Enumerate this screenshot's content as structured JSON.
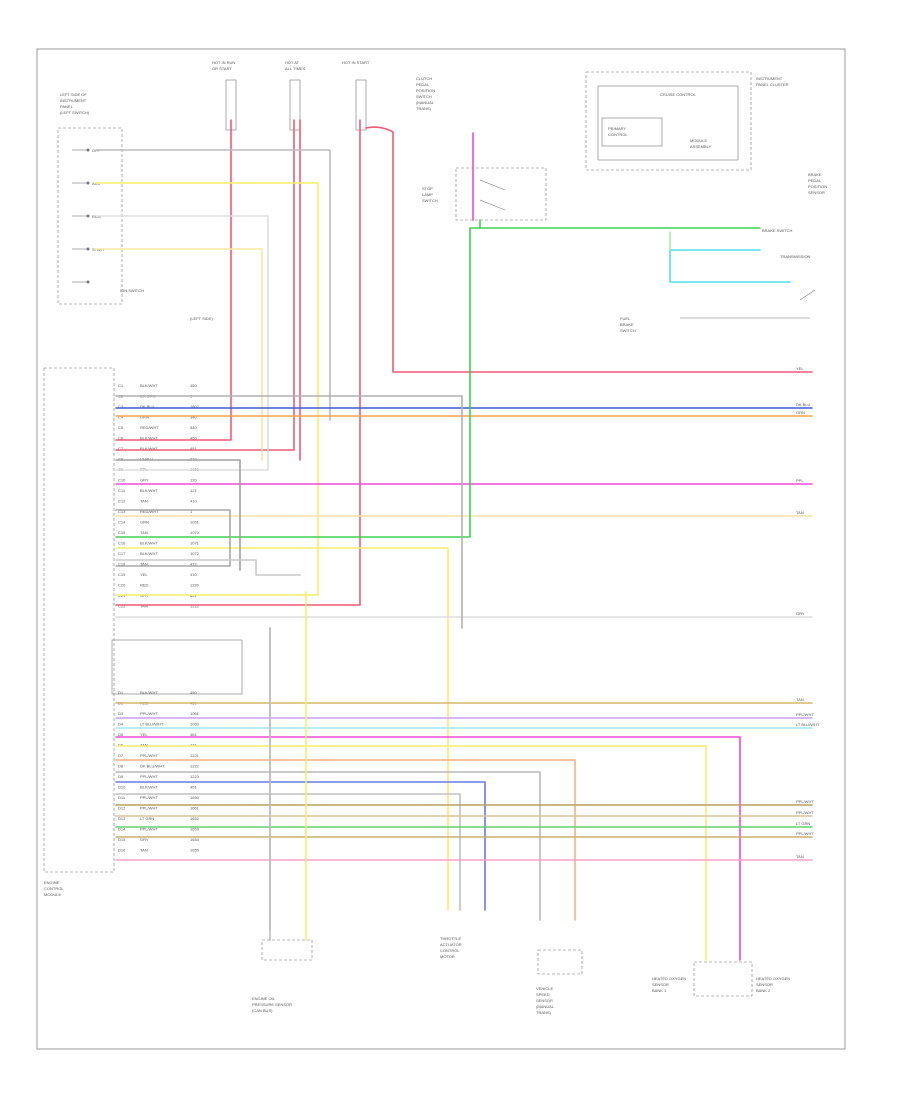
{
  "page_id": "",
  "blocks": {
    "left_switch": [
      "LEFT SIDE OF",
      "INSTRUMENT",
      "PANEL",
      "(LEFT SWITCH)"
    ],
    "left_switch_contacts": [
      "OFF",
      "ACC",
      "RUN",
      "START"
    ],
    "left_switch_bottom": [
      "IGN SWITCH",
      "(LEFT SIDE)"
    ],
    "left_footer": [
      "ENGINE",
      "CONTROL",
      "MODULE"
    ],
    "fuse_1": [
      "HOT IN RUN",
      "OR START"
    ],
    "fuse_2": [
      "HOT AT",
      "ALL TIMES"
    ],
    "fuse_3": [
      "HOT IN START"
    ],
    "center_stack": [
      "CLUTCH",
      "PEDAL",
      "POSITION",
      "SWITCH",
      "(MANUAL",
      "TRANS)"
    ],
    "center_stack_2": [
      "STOP",
      "LAMP",
      "SWITCH"
    ],
    "relay_box": [
      "PRIMARY",
      "CONTROL",
      "MODULE",
      "ASSEMBLY"
    ],
    "relay_box_title": "CRUISE CONTROL",
    "relay_box_caption": [
      "INSTRUMENT",
      "PANEL CLUSTER"
    ],
    "right_top": [
      "BRAKE",
      "PEDAL",
      "POSITION",
      "SENSOR"
    ],
    "right_bottom": [
      "FUEL",
      "BRAKE",
      "SWITCH"
    ],
    "brake_switch_label": "BRAKE SWITCH",
    "trans_label": "TRANSMISSION",
    "bottom_labels": [
      [
        "ENGINE OIL",
        "PRESSURE SENSOR",
        "(CAN BUS)"
      ],
      [
        "THROTTLE",
        "ACTUATOR",
        "CONTROL",
        "MOTOR"
      ],
      [
        "VEHICLE",
        "SPEED",
        "SENSOR",
        "(MANUAL",
        "TRANS)"
      ],
      [
        "HEATED OXYGEN",
        "SENSOR",
        "BANK 1"
      ],
      [
        "HEATED OXYGEN",
        "SENSOR",
        "BANK 2"
      ]
    ],
    "pin_rows_top": [
      [
        "C1",
        "BLK/WHT",
        "450"
      ],
      [
        "C2",
        "DK GRN",
        "1"
      ],
      [
        "C3",
        "DK BLU",
        "1807"
      ],
      [
        "C4",
        "ORN",
        "340"
      ],
      [
        "C5",
        "RED/WHT",
        "540"
      ],
      [
        "C6",
        "BLK/WHT",
        "450"
      ],
      [
        "C7",
        "BLK/WHT",
        "451"
      ],
      [
        "C8",
        "LT BLU",
        "410"
      ],
      [
        "C9",
        "PPL",
        "1053"
      ],
      [
        "C10",
        "GRY",
        "120"
      ],
      [
        "C11",
        "BLK/WHT",
        "121"
      ],
      [
        "C12",
        "TAN",
        "410"
      ],
      [
        "C13",
        "RED/WHT",
        "1"
      ],
      [
        "C14",
        "GRN",
        "1051"
      ],
      [
        "C15",
        "TAN",
        "1070"
      ],
      [
        "C16",
        "BLK/WHT",
        "1071"
      ],
      [
        "C17",
        "BLK/WHT",
        "1072"
      ],
      [
        "C18",
        "TAN",
        "472"
      ],
      [
        "C19",
        "YEL",
        "410"
      ],
      [
        "C20",
        "RED",
        "1220"
      ],
      [
        "C21",
        "GRY",
        "821"
      ],
      [
        "C22",
        "TAN",
        "1222"
      ]
    ],
    "pin_rows_bottom": [
      [
        "D1",
        "BLK/WHT",
        "450"
      ],
      [
        "D2",
        "RED",
        "451"
      ],
      [
        "D3",
        "PPL/WHT",
        "1061"
      ],
      [
        "D4",
        "LT BLU/WHT",
        "1063"
      ],
      [
        "D5",
        "YEL",
        "461"
      ],
      [
        "D6",
        "TAN",
        "471"
      ],
      [
        "D7",
        "PPL/WHT",
        "1221"
      ],
      [
        "D8",
        "DK BLU/WHT",
        "1222"
      ],
      [
        "D9",
        "PPL/WHT",
        "1223"
      ],
      [
        "D10",
        "BLK/WHT",
        "451"
      ],
      [
        "D11",
        "PPL/WHT",
        "1650"
      ],
      [
        "D12",
        "PPL/WHT",
        "1651"
      ],
      [
        "D13",
        "LT GRN",
        "1652"
      ],
      [
        "D14",
        "PPL/WHT",
        "1653"
      ],
      [
        "D15",
        "GRY",
        "1654"
      ],
      [
        "D16",
        "TAN",
        "1655"
      ]
    ],
    "right_tags": [
      "YEL",
      "DK BLU",
      "ORN",
      "PPL",
      "TAN",
      "GRY",
      "TAN",
      "PPL/WHT",
      "LT BLU/WHT",
      "PPL/WHT",
      "PPL/WHT",
      "LT GRN",
      "PPL/WHT",
      "TAN"
    ]
  },
  "colors": {
    "red": "#f05a78",
    "pink": "#f7a8c4",
    "yellow": "#f4ef6a",
    "blue": "#3b5bd6",
    "orange": "#f6a34a",
    "magenta": "#ef4ad6",
    "green": "#40d050",
    "cyan": "#50e0e8",
    "tan": "#d8c49a",
    "gray": "#a8a8a8",
    "violet": "#b070f0",
    "lightblue": "#b8e0f0",
    "olive": "#c8b070"
  }
}
